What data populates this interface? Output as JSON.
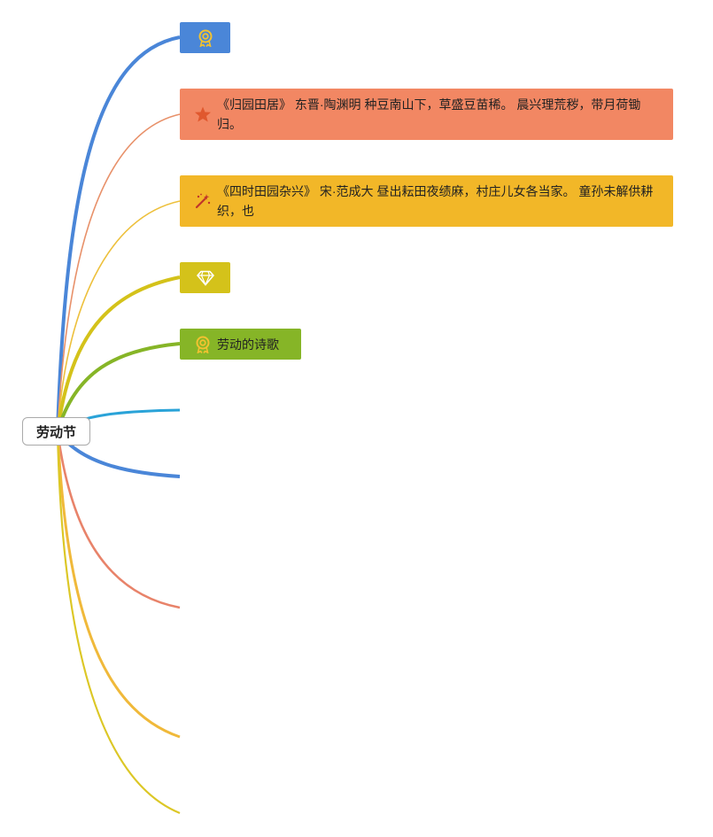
{
  "root": {
    "label": "劳动节"
  },
  "nodes": [
    {
      "icon": "medal-icon",
      "label": "",
      "color": "#4A86D8"
    },
    {
      "icon": "star-icon",
      "label": "《归园田居》 东晋·陶渊明 种豆南山下，草盛豆苗稀。 晨兴理荒秽，带月荷锄归。",
      "color": "#F28763"
    },
    {
      "icon": "magic-wand-icon",
      "label": "《四时田园杂兴》 宋·范成大 昼出耘田夜绩麻，村庄儿女各当家。 童孙未解供耕织，也",
      "color": "#F2B728"
    },
    {
      "icon": "diamond-icon",
      "label": "",
      "color": "#D4C21A"
    },
    {
      "icon": "medal-icon",
      "label": "劳动的诗歌",
      "color": "#86B527"
    }
  ],
  "branch_colors": [
    "#4A86D8",
    "#E8916A",
    "#EDC03C",
    "#D4C21A",
    "#86B527",
    "#2AA3D8",
    "#4A86D8",
    "#E8836A",
    "#F0B93A",
    "#DCC726"
  ]
}
